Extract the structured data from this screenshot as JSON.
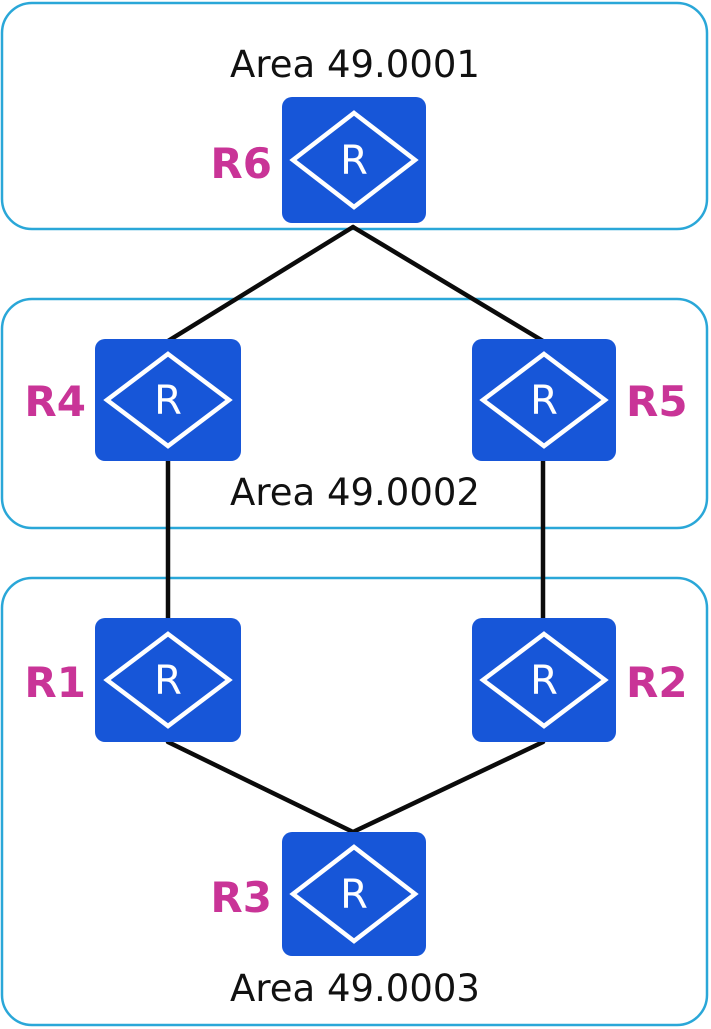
{
  "areas": {
    "area_1": {
      "label": "Area 49.0001"
    },
    "area_2": {
      "label": "Area 49.0002"
    },
    "area_3": {
      "label": "Area 49.0003"
    }
  },
  "routers": {
    "r1": {
      "name": "R1",
      "symbol": "R"
    },
    "r2": {
      "name": "R2",
      "symbol": "R"
    },
    "r3": {
      "name": "R3",
      "symbol": "R"
    },
    "r4": {
      "name": "R4",
      "symbol": "R"
    },
    "r5": {
      "name": "R5",
      "symbol": "R"
    },
    "r6": {
      "name": "R6",
      "symbol": "R"
    }
  },
  "links": [
    {
      "from": "R6",
      "to": "R4"
    },
    {
      "from": "R6",
      "to": "R5"
    },
    {
      "from": "R4",
      "to": "R1"
    },
    {
      "from": "R5",
      "to": "R2"
    },
    {
      "from": "R1",
      "to": "R3"
    },
    {
      "from": "R2",
      "to": "R3"
    }
  ],
  "colors": {
    "area_border": "#2aa7d8",
    "router_fill": "#1756d8",
    "router_label": "#c93497",
    "link": "#0b0b0b"
  },
  "icons": {
    "router": "router-icon"
  }
}
